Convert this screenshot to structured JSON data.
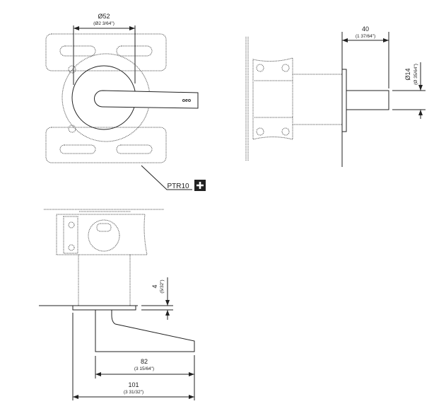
{
  "drawing": {
    "dim_rose_diameter": {
      "value": "Ø52",
      "imperial": "(Ø2 3/64\")"
    },
    "dim_projection": {
      "value": "40",
      "imperial": "(1 37/64\")"
    },
    "dim_spindle": {
      "value": "Ø14",
      "imperial": "(Ø 35/64\")"
    },
    "dim_rose_thickness": {
      "value": "4",
      "imperial": "(5/32\")"
    },
    "dim_lever_length": {
      "value": "82",
      "imperial": "(3 15/64\")"
    },
    "dim_total_length": {
      "value": "101",
      "imperial": "(3 31/32\")"
    },
    "accessory_label": "PTR10",
    "accessory_icon": "plus-icon",
    "logo_text": "oeo"
  }
}
